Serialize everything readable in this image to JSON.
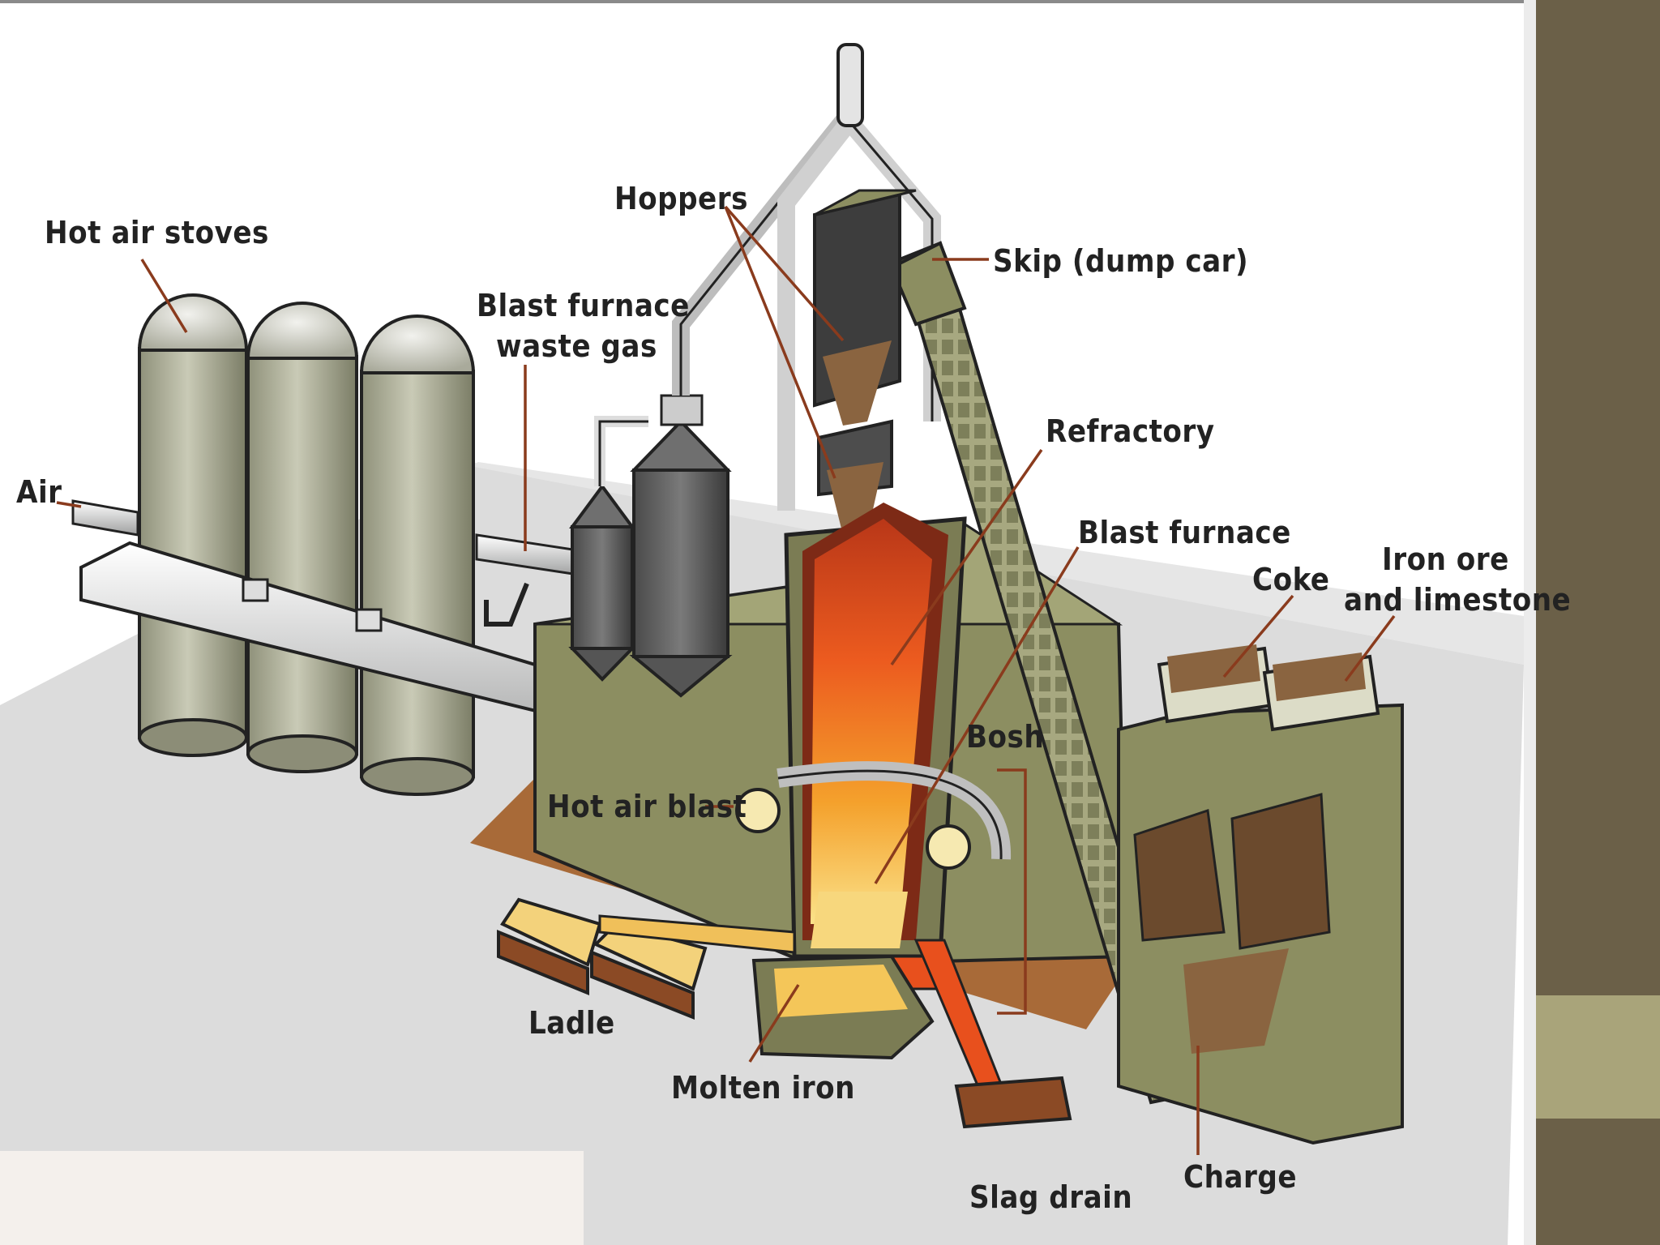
{
  "diagram": {
    "labels": {
      "hot_air_stoves": "Hot air stoves",
      "air": "Air",
      "waste_gas_line1": "Blast furnace",
      "waste_gas_line2": "waste gas",
      "hoppers": "Hoppers",
      "skip": "Skip (dump car)",
      "refractory": "Refractory",
      "blast_furnace": "Blast furnace",
      "coke": "Coke",
      "iron_ore_line1": "Iron ore",
      "iron_ore_line2": "and limestone",
      "bosh": "Bosh",
      "hot_air_blast": "Hot air blast",
      "ladle": "Ladle",
      "molten_iron": "Molten iron",
      "slag_drain": "Slag drain",
      "charge": "Charge"
    }
  },
  "colors": {
    "olive_band": "#6b6048",
    "khaki_band": "#a9a47a",
    "machinery_green": "#8c8e61",
    "stove_grey": "#b8b9a4",
    "hot_orange": "#e8501d",
    "label_text": "#222222",
    "leader_line": "#8a3b1d"
  }
}
